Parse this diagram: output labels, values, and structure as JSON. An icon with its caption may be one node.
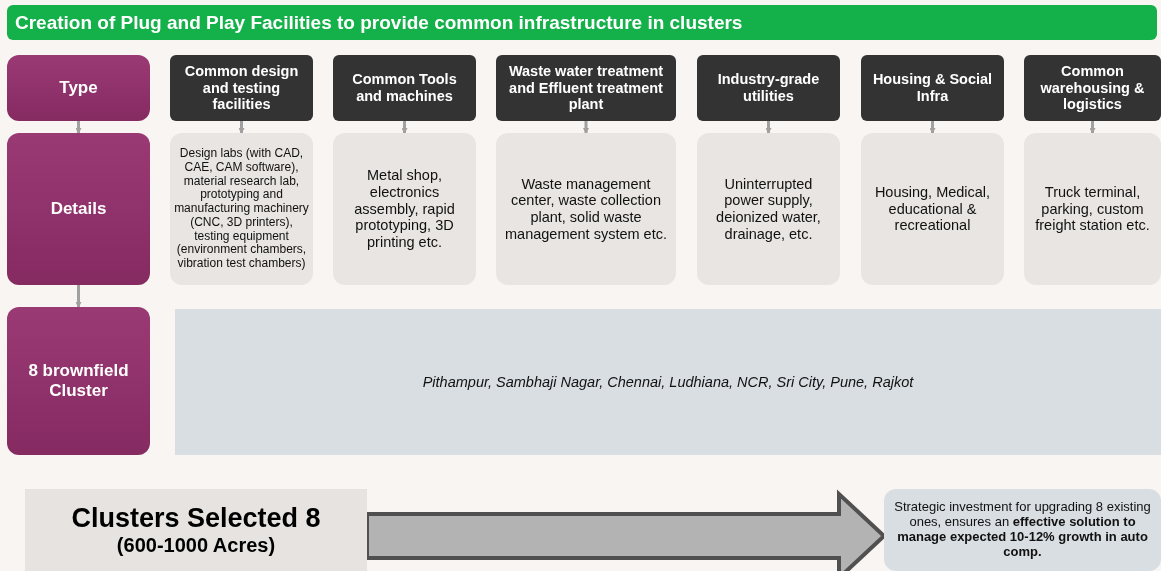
{
  "diagram": {
    "title": "Creation of Plug and Play Facilities to provide common infrastructure in clusters",
    "nodes": [
      {
        "text": [
          "Type"
        ]
      },
      {
        "text": [
          "Common design and testing facilities"
        ]
      },
      {
        "text": [
          "Common Tools and machines"
        ]
      },
      {
        "text": [
          "Waste water treatment and Effluent treatment plant"
        ]
      },
      {
        "text": [
          "Industry-grade utilities"
        ]
      },
      {
        "text": [
          "Housing & Social Infra"
        ]
      },
      {
        "text": [
          "Common warehousing & logistics"
        ]
      },
      {
        "text": [
          "Details"
        ]
      },
      {
        "text": [
          "Design labs (with CAD, CAE, CAM software), material research lab, prototyping and manufacturing machinery (CNC, 3D printers), testing equipment (environment chambers, vibration test chambers)"
        ]
      },
      {
        "text": [
          "Metal shop, electronics assembly, rapid prototyping, 3D printing etc."
        ]
      },
      {
        "text": [
          "Waste management center, waste collection plant, solid waste management system etc."
        ]
      },
      {
        "text": [
          "Uninterrupted power supply, deionized water, drainage, etc."
        ]
      },
      {
        "text": [
          "Housing, Medical, educational & recreational"
        ]
      },
      {
        "text": [
          "Truck terminal, parking, custom freight station etc."
        ]
      },
      {
        "text": [
          "8 brownfield Cluster"
        ]
      },
      {
        "text": [
          "Pithampur, Sambhaji Nagar, Chennai, Ludhiana, NCR, Sri City, Pune, Rajkot"
        ]
      },
      {
        "text": [
          "Clusters Selected 8",
          "(600-1000 Acres)"
        ]
      },
      {
        "text": [
          "Strategic investment for upgrading 8 existing ones, ensures an **effective solution to manage expected 10-12% growth in auto comp.**"
        ]
      }
    ],
    "edges": [
      {
        "from": 0,
        "to": 7,
        "arrow": "to"
      },
      {
        "from": 1,
        "to": 8,
        "arrow": "to"
      },
      {
        "from": 2,
        "to": 9,
        "arrow": "to"
      },
      {
        "from": 3,
        "to": 10,
        "arrow": "to"
      },
      {
        "from": 4,
        "to": 11,
        "arrow": "to"
      },
      {
        "from": 5,
        "to": 12,
        "arrow": "to"
      },
      {
        "from": 6,
        "to": 13,
        "arrow": "to"
      },
      {
        "from": 7,
        "to": 14,
        "arrow": "to"
      },
      {
        "from": 16,
        "to": 17,
        "arrow": "to",
        "style": "thick"
      }
    ]
  }
}
